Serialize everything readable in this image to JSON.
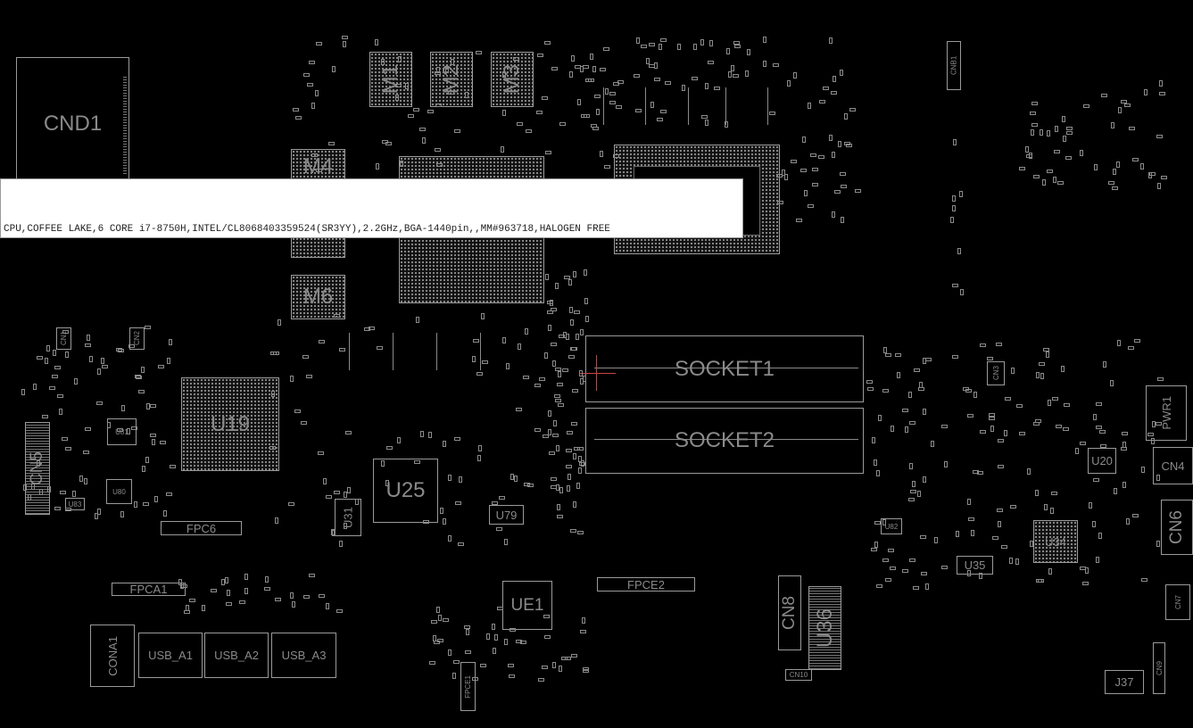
{
  "tooltip": {
    "text": "CPU,COFFEE LAKE,6 CORE i7-8750H,INTEL/CL8068403359524(SR3YY),2.2GHz,BGA-1440pin,,MM#963718,HALOGEN FREE"
  },
  "components": {
    "cnd1": "CND1",
    "cnb1": "CNB1",
    "m1": "M1",
    "m2": "M2",
    "m3": "M3",
    "m4": "M4",
    "m6": "M6",
    "socket1": "SOCKET1",
    "socket2": "SOCKET2",
    "u19": "U19",
    "u25": "U25",
    "u31": "U31",
    "u79": "U79",
    "u81": "U81",
    "u80": "U80",
    "ue1": "UE1",
    "u36": "U36",
    "cn8": "CN8",
    "cn10": "CN10",
    "u34": "U34",
    "u35": "U35",
    "u20": "U20",
    "cn5": "CN5",
    "cn1": "CN1",
    "cn2": "CN2",
    "cn3": "CN3",
    "cn4": "CN4",
    "cn6": "CN6",
    "cn7": "CN7",
    "cn9": "CN9",
    "pwr1": "PWR1",
    "j37": "J37",
    "fpc6": "FPC6",
    "fpca1": "FPCA1",
    "fpce1": "FPCE1",
    "fpce2": "FPCE2",
    "cona1": "CONA1",
    "usb_a1": "USB_A1",
    "usb_a2": "USB_A2",
    "usb_a3": "USB_A3",
    "u82": "U82",
    "u83": "U83"
  }
}
